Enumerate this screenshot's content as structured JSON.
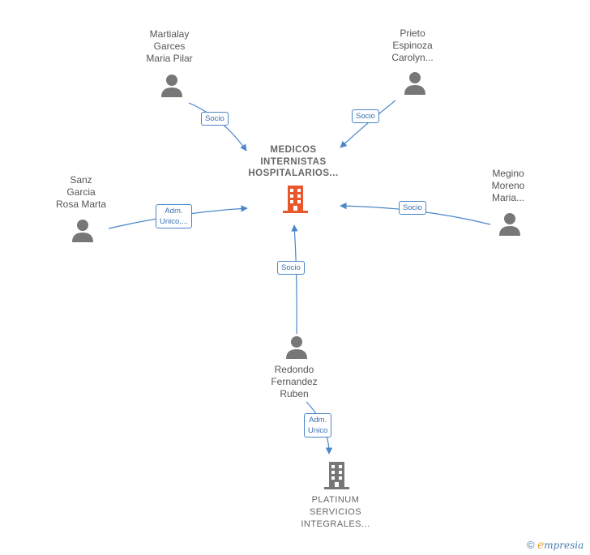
{
  "center_company": {
    "lines": [
      "MEDICOS",
      "INTERNISTAS",
      "HOSPITALARIOS..."
    ],
    "icon": "building-icon",
    "color": "#e8572b"
  },
  "secondary_company": {
    "lines": [
      "PLATINUM",
      "SERVICIOS",
      "INTEGRALES..."
    ],
    "icon": "building-icon",
    "color": "#777777"
  },
  "people": [
    {
      "id": "martialay",
      "lines": [
        "Martialay",
        "Garces",
        "Maria Pilar"
      ],
      "icon": "person-icon"
    },
    {
      "id": "prieto",
      "lines": [
        "Prieto",
        "Espinoza",
        "Carolyn..."
      ],
      "icon": "person-icon"
    },
    {
      "id": "sanz",
      "lines": [
        "Sanz",
        "Garcia",
        "Rosa Marta"
      ],
      "icon": "person-icon"
    },
    {
      "id": "megino",
      "lines": [
        "Megino",
        "Moreno",
        "Maria..."
      ],
      "icon": "person-icon"
    },
    {
      "id": "redondo",
      "lines": [
        "Redondo",
        "Fernandez",
        "Ruben"
      ],
      "icon": "person-icon"
    }
  ],
  "relations": [
    {
      "from": "martialay",
      "to": "center",
      "lines": [
        "Socio"
      ]
    },
    {
      "from": "prieto",
      "to": "center",
      "lines": [
        "Socio"
      ]
    },
    {
      "from": "sanz",
      "to": "center",
      "lines": [
        "Adm.",
        "Unico,..."
      ]
    },
    {
      "from": "megino",
      "to": "center",
      "lines": [
        "Socio"
      ]
    },
    {
      "from": "redondo",
      "to": "center",
      "lines": [
        "Socio"
      ]
    },
    {
      "from": "redondo",
      "to": "secondary",
      "lines": [
        "Adm.",
        "Unico"
      ]
    }
  ],
  "colors": {
    "edge": "#4a86c8",
    "person": "#777777"
  },
  "footer": {
    "copyright": "©",
    "brand_initial": "e",
    "brand_rest": "mpresia"
  }
}
